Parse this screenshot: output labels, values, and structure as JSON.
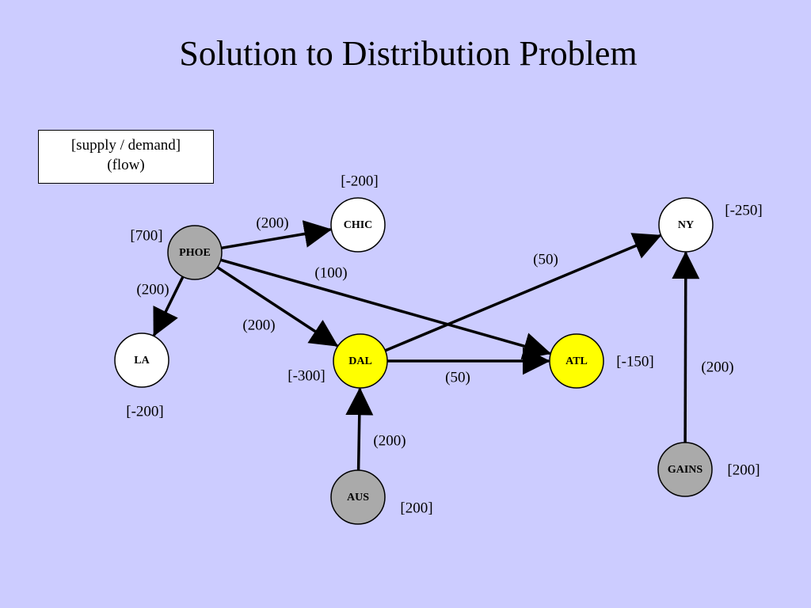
{
  "title": "Solution to Distribution Problem",
  "legend": {
    "line1": "[supply / demand]",
    "line2": "(flow)"
  },
  "colors": {
    "background": "#ccccff",
    "supply_node": "#aaaaaa",
    "highlight_node": "#ffff00",
    "demand_node": "#ffffff"
  },
  "nodes": [
    {
      "id": "PHOE",
      "label": "PHOE",
      "balance": "[700]",
      "fill": "#aaaaaa"
    },
    {
      "id": "CHIC",
      "label": "CHIC",
      "balance": "[-200]",
      "fill": "#ffffff"
    },
    {
      "id": "LA",
      "label": "LA",
      "balance": "[-200]",
      "fill": "#ffffff"
    },
    {
      "id": "DAL",
      "label": "DAL",
      "balance": "[-300]",
      "fill": "#ffff00"
    },
    {
      "id": "ATL",
      "label": "ATL",
      "balance": "[-150]",
      "fill": "#ffff00"
    },
    {
      "id": "NY",
      "label": "NY",
      "balance": "[-250]",
      "fill": "#ffffff"
    },
    {
      "id": "AUS",
      "label": "AUS",
      "balance": "[200]",
      "fill": "#aaaaaa"
    },
    {
      "id": "GAINS",
      "label": "GAINS",
      "balance": "[200]",
      "fill": "#aaaaaa"
    }
  ],
  "edges": [
    {
      "from": "PHOE",
      "to": "CHIC",
      "flow": "(200)"
    },
    {
      "from": "PHOE",
      "to": "LA",
      "flow": "(200)"
    },
    {
      "from": "PHOE",
      "to": "DAL",
      "flow": "(200)"
    },
    {
      "from": "PHOE",
      "to": "ATL",
      "flow": "(100)"
    },
    {
      "from": "DAL",
      "to": "ATL",
      "flow": "(50)"
    },
    {
      "from": "DAL",
      "to": "NY",
      "flow": "(50)"
    },
    {
      "from": "AUS",
      "to": "DAL",
      "flow": "(200)"
    },
    {
      "from": "GAINS",
      "to": "NY",
      "flow": "(200)"
    }
  ]
}
